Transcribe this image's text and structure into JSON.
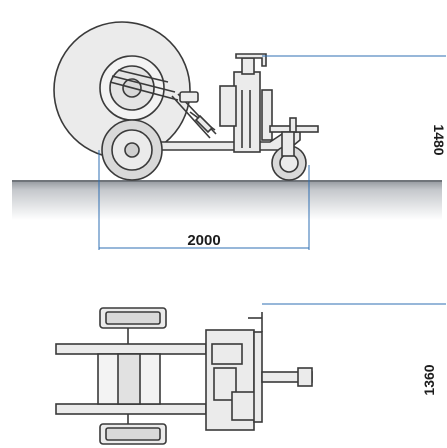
{
  "side_view": {
    "length_label": "2000",
    "height_label": "1480"
  },
  "top_view": {
    "width_label": "1360"
  },
  "colors": {
    "machine_fill": "#ebebeb",
    "machine_stroke": "#3a3a3a",
    "ground": "#a9adb3",
    "dimension_line": "#2f6fb3",
    "text": "#1c1c1c"
  }
}
